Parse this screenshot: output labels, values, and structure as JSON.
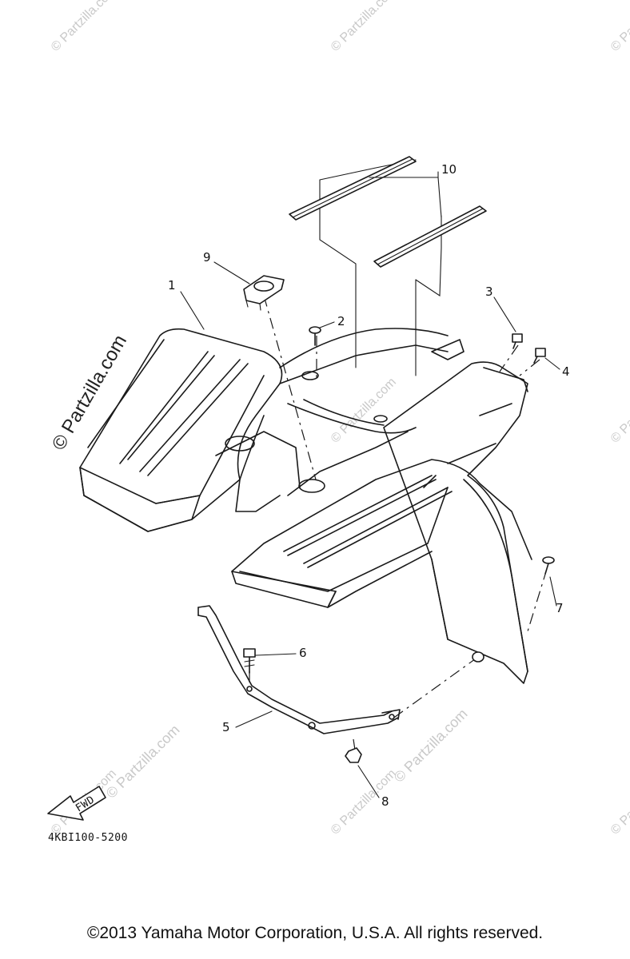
{
  "diagram": {
    "callouts": {
      "c1": "1",
      "c2": "2",
      "c3": "3",
      "c4": "4",
      "c5": "5",
      "c6": "6",
      "c7": "7",
      "c8": "8",
      "c9": "9",
      "c10": "10"
    },
    "fwd_label": "FWD",
    "part_code": "4KBI100-5200",
    "watermark": "© Partzilla.com"
  },
  "footer": {
    "copyright": "©2013  Yamaha Motor Corporation, U.S.A. All rights reserved."
  }
}
